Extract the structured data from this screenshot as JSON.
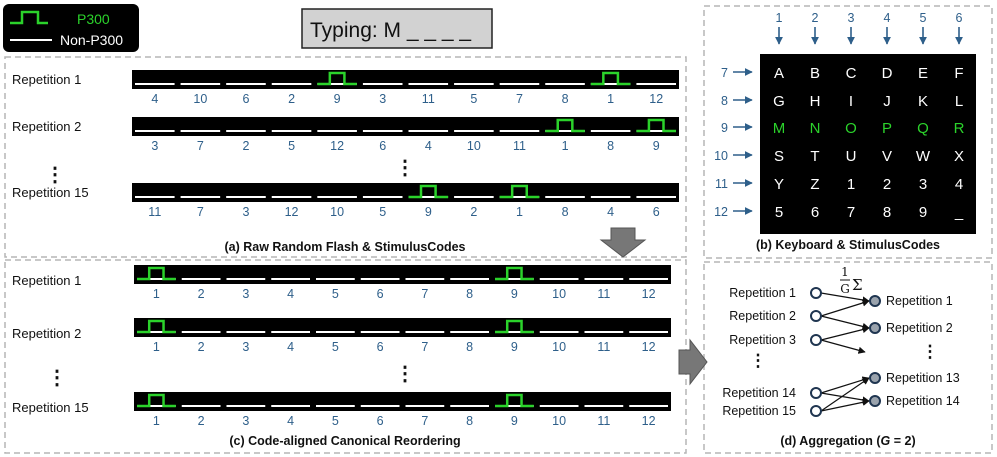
{
  "legend": {
    "p300_label": "P300",
    "nonp300_label": "Non-P300"
  },
  "typing": {
    "text": "Typing: M _ _ _ _"
  },
  "colors": {
    "p300": "#2bd22b",
    "bar": "#000000",
    "code": "#2e5f8a",
    "panel_border": "#b5b5b5",
    "typing_bg": "#d2d2d2"
  },
  "panel_a": {
    "caption": "(a) Raw Random Flash & StimulusCodes",
    "rows": [
      {
        "label": "Repetition 1",
        "codes": [
          "4",
          "10",
          "6",
          "2",
          "9",
          "3",
          "11",
          "5",
          "7",
          "8",
          "1",
          "12"
        ],
        "p300_slots": [
          4,
          10
        ]
      },
      {
        "label": "Repetition 2",
        "codes": [
          "3",
          "7",
          "2",
          "5",
          "12",
          "6",
          "4",
          "10",
          "11",
          "1",
          "8",
          "9"
        ],
        "p300_slots": [
          9,
          11
        ]
      },
      {
        "label": "Repetition 15",
        "codes": [
          "11",
          "7",
          "3",
          "12",
          "10",
          "5",
          "9",
          "2",
          "1",
          "8",
          "4",
          "6"
        ],
        "p300_slots": [
          6,
          8
        ]
      }
    ],
    "ellipsis": "⋮"
  },
  "panel_b": {
    "caption": "(b) Keyboard & StimulusCodes",
    "col_codes": [
      "1",
      "2",
      "3",
      "4",
      "5",
      "6"
    ],
    "row_codes": [
      "7",
      "8",
      "9",
      "10",
      "11",
      "12"
    ],
    "grid": [
      [
        "A",
        "B",
        "C",
        "D",
        "E",
        "F"
      ],
      [
        "G",
        "H",
        "I",
        "J",
        "K",
        "L"
      ],
      [
        "M",
        "N",
        "O",
        "P",
        "Q",
        "R"
      ],
      [
        "S",
        "T",
        "U",
        "V",
        "W",
        "X"
      ],
      [
        "Y",
        "Z",
        "1",
        "2",
        "3",
        "4"
      ],
      [
        "5",
        "6",
        "7",
        "8",
        "9",
        "_"
      ]
    ],
    "highlight_row": 2
  },
  "panel_c": {
    "caption": "(c) Code-aligned Canonical Reordering",
    "rows": [
      {
        "label": "Repetition 1"
      },
      {
        "label": "Repetition 2"
      },
      {
        "label": "Repetition 15"
      }
    ],
    "codes": [
      "1",
      "2",
      "3",
      "4",
      "5",
      "6",
      "7",
      "8",
      "9",
      "10",
      "11",
      "12"
    ],
    "p300_slots": [
      0,
      8
    ],
    "ellipsis": "⋮"
  },
  "panel_d": {
    "caption_prefix": "(d) Aggregation (",
    "caption_var": "G",
    "caption_suffix": " = 2)",
    "formula_num": "1",
    "formula_den": "G",
    "formula_sigma": "Σ",
    "left": [
      "Repetition 1",
      "Repetition 2",
      "Repetition 3",
      "Repetition 14",
      "Repetition 15"
    ],
    "right": [
      "Repetition 1",
      "Repetition 2",
      "Repetition 13",
      "Repetition 14"
    ],
    "ellipsis": "⋮"
  }
}
